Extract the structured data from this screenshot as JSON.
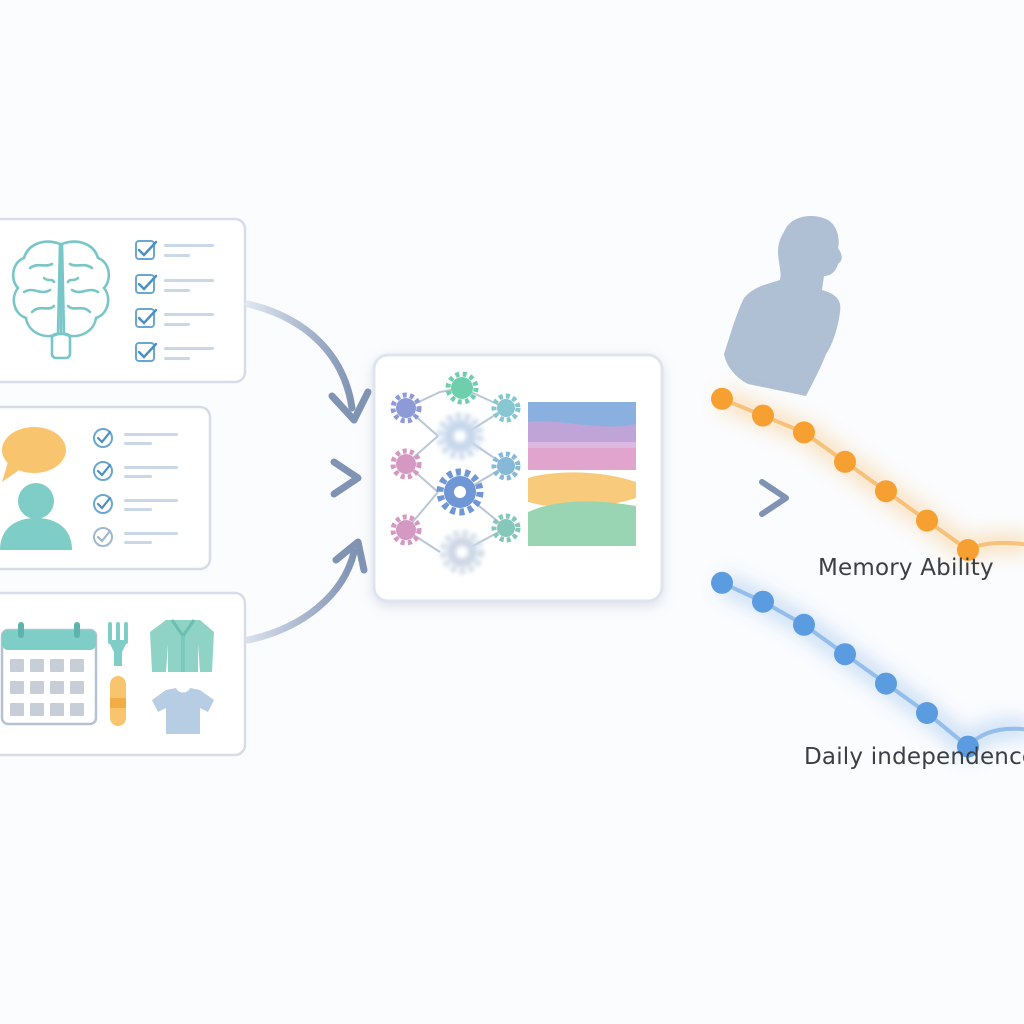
{
  "curves": [
    {
      "label": "Memory Ability",
      "color": "#f5a030",
      "points": [
        {
          "x": 0,
          "y": 0.92
        },
        {
          "x": 1,
          "y": 0.84
        },
        {
          "x": 2,
          "y": 0.76
        },
        {
          "x": 3,
          "y": 0.62
        },
        {
          "x": 4,
          "y": 0.48
        },
        {
          "x": 5,
          "y": 0.34
        },
        {
          "x": 6,
          "y": 0.2
        }
      ]
    },
    {
      "label": "Daily independence",
      "color": "#5b9be0",
      "points": [
        {
          "x": 0,
          "y": 0.92
        },
        {
          "x": 1,
          "y": 0.83
        },
        {
          "x": 2,
          "y": 0.72
        },
        {
          "x": 3,
          "y": 0.58
        },
        {
          "x": 4,
          "y": 0.44
        },
        {
          "x": 5,
          "y": 0.3
        },
        {
          "x": 6,
          "y": 0.14
        }
      ]
    }
  ]
}
